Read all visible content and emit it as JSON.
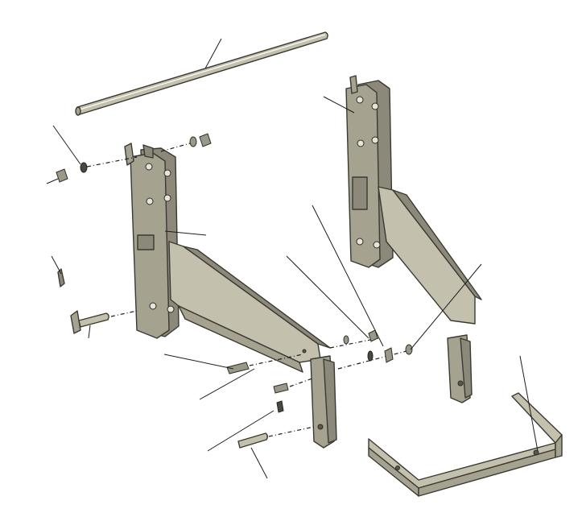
{
  "figure": {
    "type": "exploded-assembly-diagram",
    "labels_printed": false,
    "colors": {
      "steel": "#a6a290",
      "steel_shadow": "#8c887a",
      "steel_highlight": "#c4c0ae",
      "outline": "#3a3a32",
      "leader_line": "#1e1e1e",
      "background": "#ffffff"
    },
    "parts": [
      {
        "id": "cross-tube",
        "icon": "tube-icon"
      },
      {
        "id": "left-mast-frame",
        "icon": "frame-icon"
      },
      {
        "id": "right-mast-frame",
        "icon": "frame-icon"
      },
      {
        "id": "u-bracket",
        "icon": "bracket-icon"
      },
      {
        "id": "hitch-pin",
        "icon": "pin-icon"
      },
      {
        "id": "clevis-pin",
        "icon": "pin-icon"
      },
      {
        "id": "lock-washer",
        "icon": "washer-icon"
      },
      {
        "id": "hex-nut",
        "icon": "nut-icon"
      },
      {
        "id": "lynch-pin",
        "icon": "clip-icon"
      },
      {
        "id": "bolt",
        "icon": "bolt-icon"
      }
    ]
  }
}
